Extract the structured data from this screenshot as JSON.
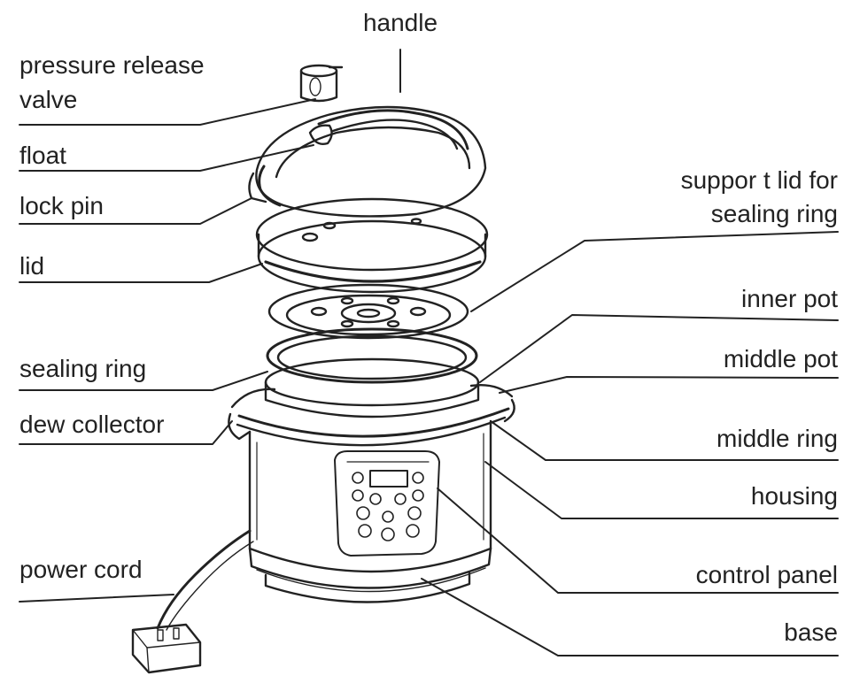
{
  "diagram": {
    "labels": {
      "handle": "handle",
      "pressure_release_valve_line1": "pressure release",
      "pressure_release_valve_line2": "valve",
      "float": "float",
      "lock_pin": "lock pin",
      "lid": "lid",
      "support_lid_line1": "suppor t lid for",
      "support_lid_line2": "sealing ring",
      "inner_pot": "inner pot",
      "middle_pot": "middle pot",
      "sealing_ring": "sealing ring",
      "dew_collector": "dew collector",
      "middle_ring": "middle ring",
      "housing": "housing",
      "power_cord": "power cord",
      "control_panel": "control panel",
      "base": "base"
    },
    "colors": {
      "ink": "#222222",
      "background": "#ffffff"
    }
  }
}
